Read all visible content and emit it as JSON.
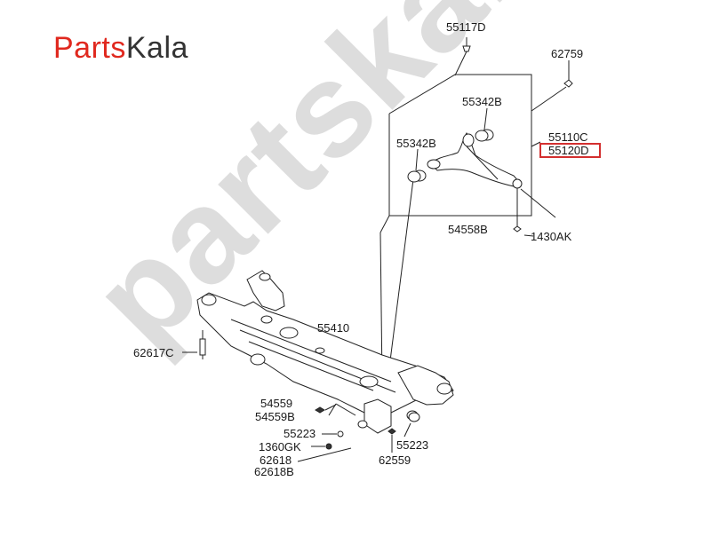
{
  "logo": {
    "part1": "Parts",
    "part2": "Kala"
  },
  "watermark": {
    "text": "partskala.ir"
  },
  "highlight_color": "#d32f2f",
  "labels": {
    "l55117D": "55117D",
    "l62759": "62759",
    "l55342B_top": "55342B",
    "l55342B_left": "55342B",
    "l55110C": "55110C",
    "l55120D": "55120D",
    "l54558B": "54558B",
    "l1430AK": "1430AK",
    "l55410": "55410",
    "l62617C": "62617C",
    "l54559": "54559",
    "l54559B": "54559B",
    "l55223_left": "55223",
    "l55223_right": "55223",
    "l1360GK": "1360GK",
    "l62618": "62618",
    "l62618B": "62618B",
    "l62559": "62559"
  }
}
